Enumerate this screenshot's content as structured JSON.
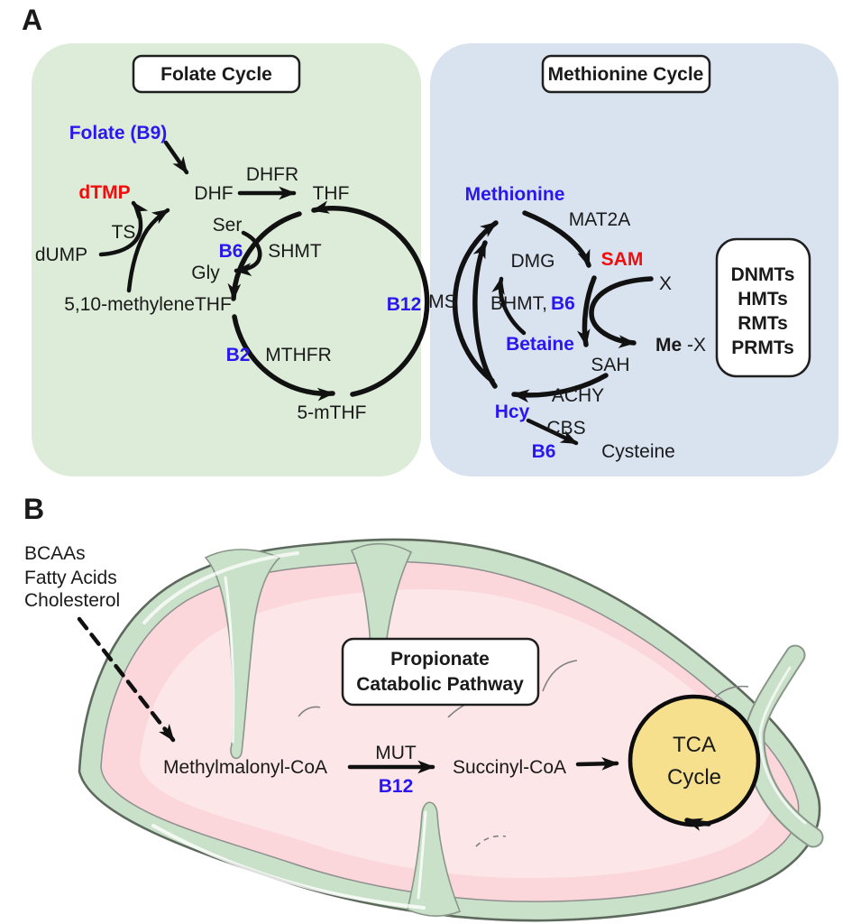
{
  "figure": {
    "panel_a": {
      "panel_letter": "A",
      "folate_cycle_title": "Folate Cycle",
      "methionine_cycle_title": "Methionine Cycle",
      "labels": {
        "folate_b9": "Folate (B9)",
        "dtmp": "dTMP",
        "dhf": "DHF",
        "dhfr": "DHFR",
        "thf": "THF",
        "ts": "TS",
        "dump": "dUMP",
        "ser": "Ser",
        "b6_shmt": "B6",
        "shmt": "SHMT",
        "gly": "Gly",
        "methylene_thf": "5,10-methyleneTHF",
        "b2": "B2",
        "mthfr": "MTHFR",
        "five_mthf": "5-mTHF",
        "b12": "B12",
        "ms": "MS",
        "methionine": "Methionine",
        "mat2a": "MAT2A",
        "sam": "SAM",
        "dmg": "DMG",
        "bhmt": "BHMT,",
        "bhmt_b6": "B6",
        "betaine": "Betaine",
        "x_substrate": "X",
        "me": "Me",
        "me_x_rest": "-X",
        "sah": "SAH",
        "achy": "ACHY",
        "hcy": "Hcy",
        "cbs": "CBS",
        "b6_cbs": "B6",
        "cysteine": "Cysteine"
      },
      "methyltransferase_box": {
        "lines": [
          "DNMTs",
          "HMTs",
          "RMTs",
          "PRMTs"
        ]
      }
    },
    "panel_b": {
      "panel_letter": "B",
      "inputs": [
        "BCAAs",
        "Fatty Acids",
        "Cholesterol"
      ],
      "pathway_box": {
        "line1": "Propionate",
        "line2": "Catabolic Pathway"
      },
      "labels": {
        "methylmalonyl_coa": "Methylmalonyl-CoA",
        "mut": "MUT",
        "b12": "B12",
        "succinyl_coa": "Succinyl-CoA",
        "tca_line1": "TCA",
        "tca_line2": "Cycle"
      }
    },
    "colors": {
      "vitamin_blue": "#2a17ef",
      "highlight_red": "#f20d0d",
      "folate_panel_green": "#dcecd8",
      "methionine_panel_blue": "#d9e3f0",
      "mito_membrane_green": "#c9e0c9",
      "mito_matrix_pink": "#fbd6da",
      "mito_matrix_light_pink": "#fce6e8",
      "tca_yellow": "#f6e08d"
    }
  }
}
